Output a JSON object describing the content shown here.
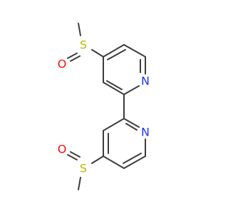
{
  "molecule": {
    "atoms": [
      {
        "id": "s_top",
        "symbol": "S",
        "color": "#b8b800"
      },
      {
        "id": "o_top",
        "symbol": "O",
        "color": "#ff0d0d"
      },
      {
        "id": "n_top",
        "symbol": "N",
        "color": "#1f33ff"
      },
      {
        "id": "n_bottom",
        "symbol": "N",
        "color": "#1f33ff"
      },
      {
        "id": "s_bottom",
        "symbol": "S",
        "color": "#b8b800"
      },
      {
        "id": "o_bottom",
        "symbol": "O",
        "color": "#ff0d0d"
      }
    ],
    "bond_color": "#3c3c3c"
  }
}
